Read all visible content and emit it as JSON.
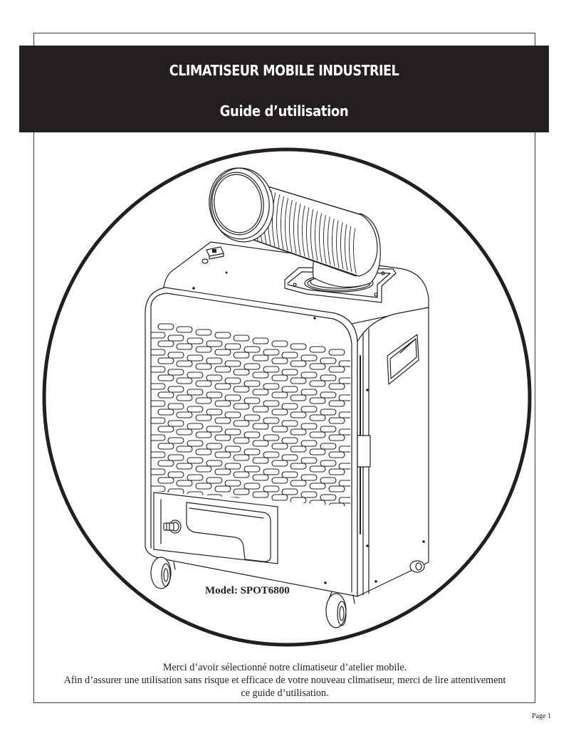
{
  "header": {
    "title": "CLIMATISEUR MOBILE INDUSTRIEL",
    "subtitle": "Guide d’utilisation",
    "banner_color": "#231f20",
    "text_color": "#ffffff"
  },
  "illustration": {
    "subject": "portable-industrial-air-conditioner",
    "model_label": "Model: SPOT6800",
    "frame_shape": "circle"
  },
  "intro": {
    "line1": "Merci d’avoir sélectionné notre climatiseur d’atelier mobile.",
    "line2": "Afin d’assurer une utilisation sans risque et efficace de votre nouveau climatiseur, merci de lire attentivement",
    "line3": "ce guide d’utilisation."
  },
  "footer": {
    "page_label": "Page 1"
  }
}
